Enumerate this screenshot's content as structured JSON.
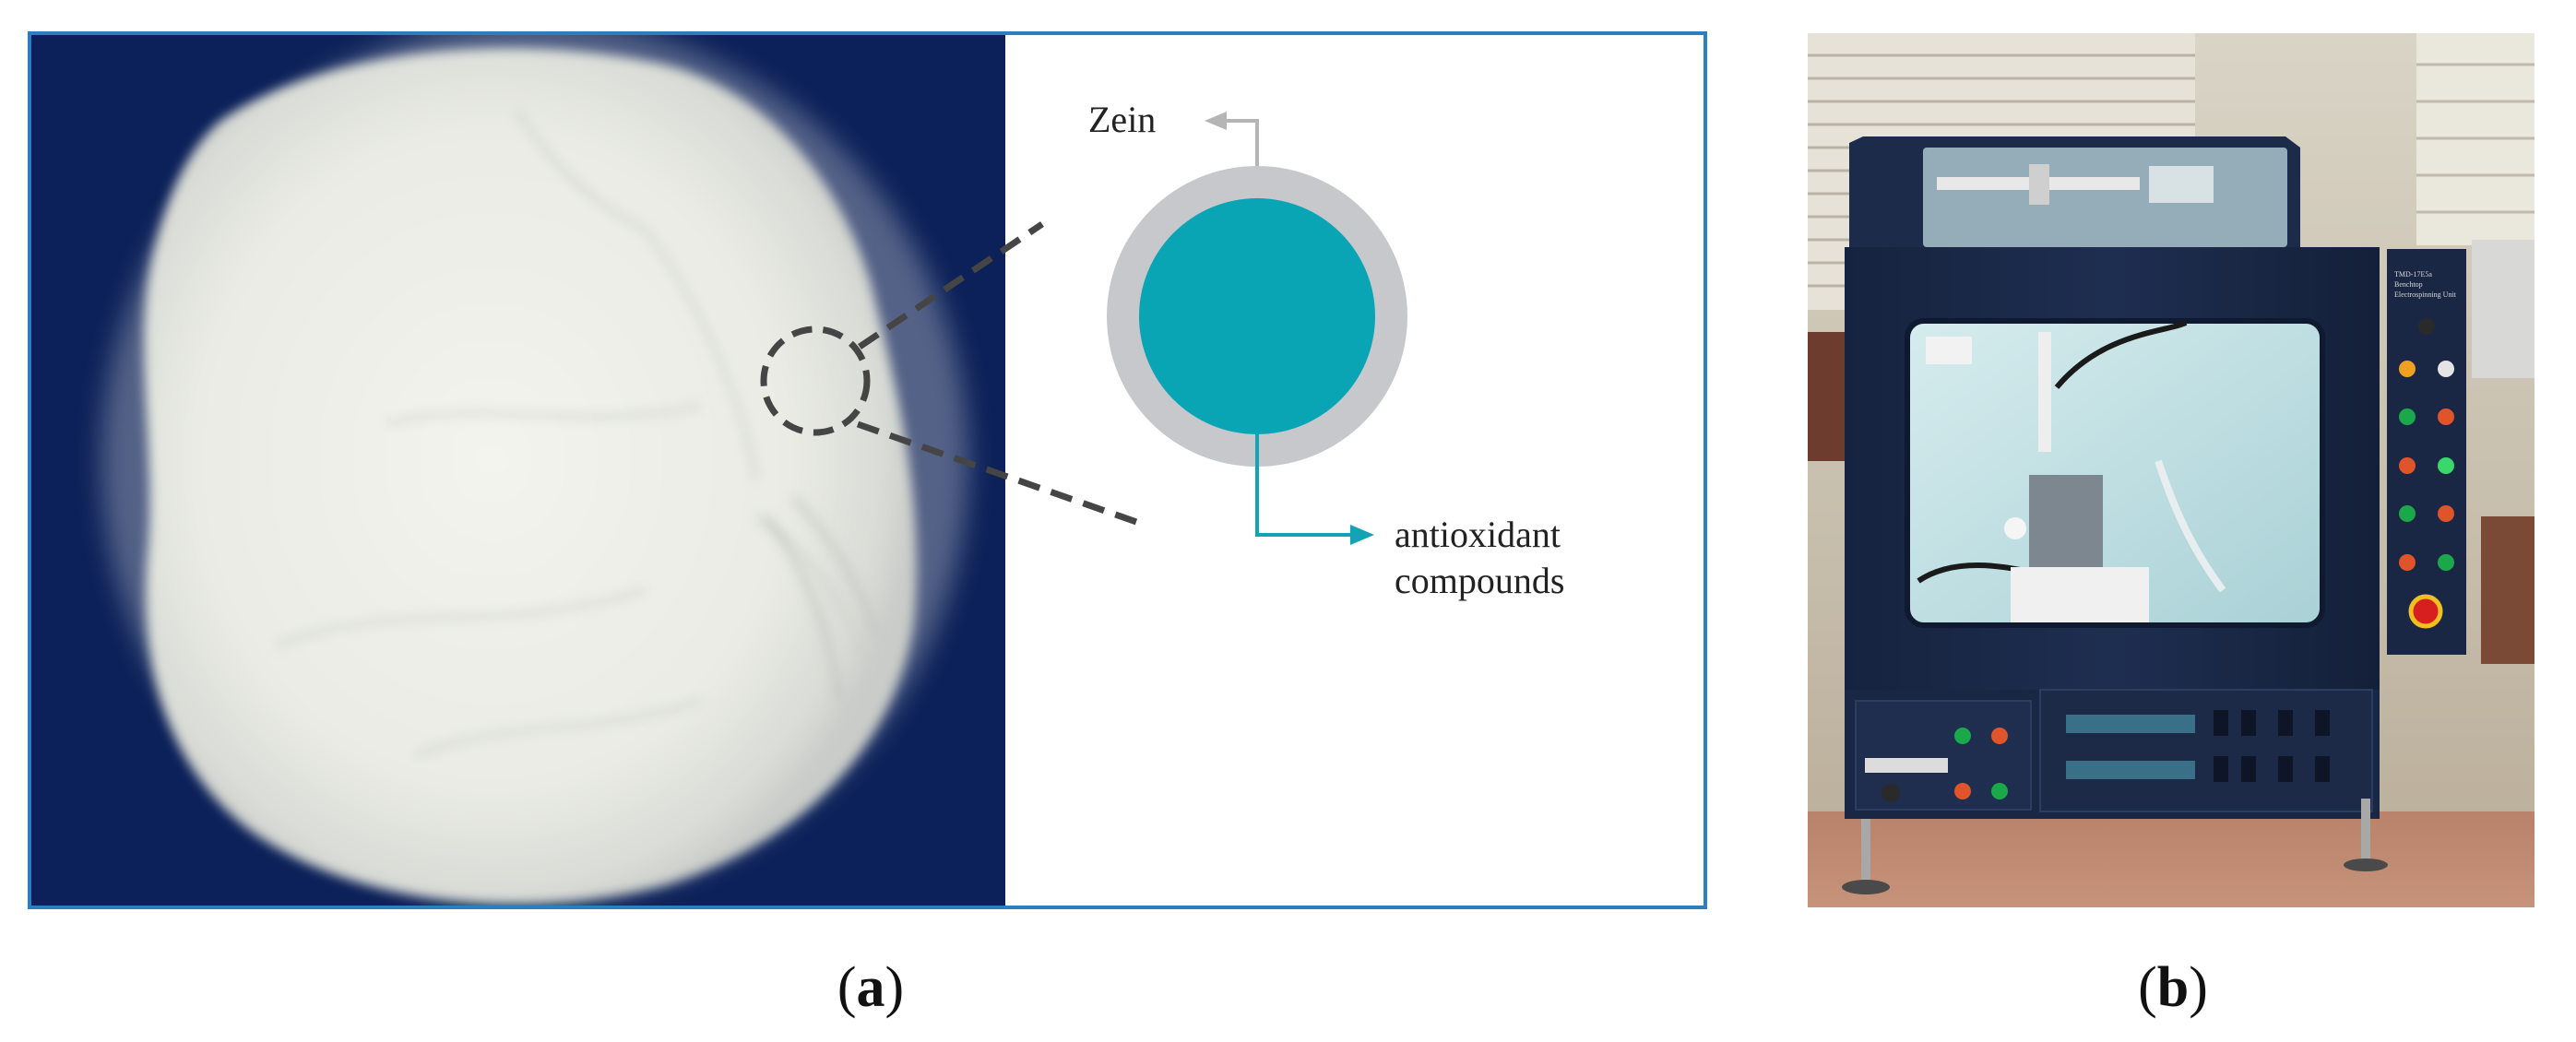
{
  "panel_a": {
    "label_letter": "a",
    "diagram": {
      "shell_label": "Zein",
      "core_label_line1": "antioxidant",
      "core_label_line2": "compounds"
    }
  },
  "panel_b": {
    "label_letter": "b",
    "device_panel_text": {
      "top_plate_line1": "TMD-17E5a",
      "top_plate_line2": "Benchtop",
      "top_plate_line3": "Electrospinning Unit"
    }
  },
  "colors": {
    "frame_border": "#2b7fc1",
    "fabric_background": "#0b1f52",
    "core_teal": "#0aa5b5",
    "shell_gray": "#c7c8cc",
    "arrow_teal": "#14a3b5",
    "arrow_gray": "#b5b5b5",
    "dashed_line": "#454545"
  }
}
